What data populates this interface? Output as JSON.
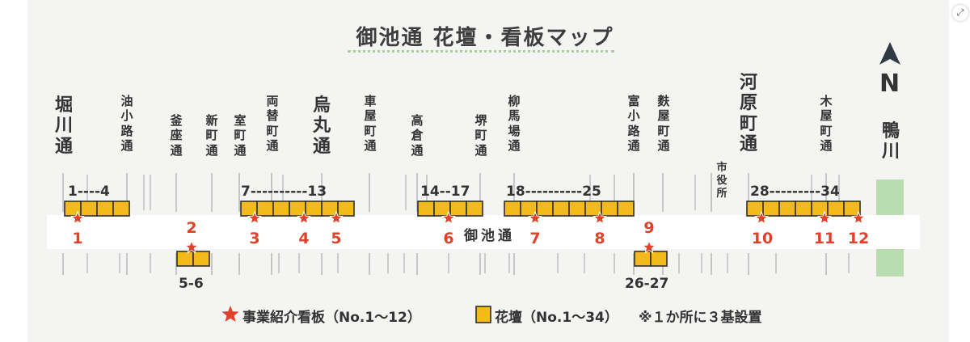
{
  "title": "御池通 花壇・看板マップ",
  "road_name": "御池通",
  "north_label": "N",
  "streets": [
    {
      "name": "堀川通",
      "major": true
    },
    {
      "name": "油小路通",
      "major": false
    },
    {
      "name": "釜座通",
      "major": false
    },
    {
      "name": "新町通",
      "major": false
    },
    {
      "name": "室町通",
      "major": false
    },
    {
      "name": "両替町通",
      "major": false
    },
    {
      "name": "烏丸通",
      "major": true
    },
    {
      "name": "車屋町通",
      "major": false
    },
    {
      "name": "高倉通",
      "major": false
    },
    {
      "name": "堺町通",
      "major": false
    },
    {
      "name": "柳馬場通",
      "major": false
    },
    {
      "name": "富小路通",
      "major": false
    },
    {
      "name": "麩屋町通",
      "major": false
    },
    {
      "name": "市役所",
      "major": false
    },
    {
      "name": "河原町通",
      "major": true
    },
    {
      "name": "木屋町通",
      "major": false
    },
    {
      "name": "鴨川",
      "major": false
    }
  ],
  "flowerbed_groups": [
    {
      "label": "1----4",
      "side": "north",
      "count": 4
    },
    {
      "label": "5-6",
      "side": "south",
      "count": 2
    },
    {
      "label": "7----------13",
      "side": "north",
      "count": 7
    },
    {
      "label": "14--17",
      "side": "north",
      "count": 4
    },
    {
      "label": "18----------25",
      "side": "north",
      "count": 8
    },
    {
      "label": "26-27",
      "side": "south",
      "count": 2
    },
    {
      "label": "28---------34",
      "side": "north",
      "count": 7
    }
  ],
  "signboards": [
    "1",
    "2",
    "3",
    "4",
    "5",
    "6",
    "7",
    "8",
    "9",
    "10",
    "11",
    "12"
  ],
  "legend": {
    "star_text": "事業紹介看板（No.1〜12）",
    "bed_text": "花壇（No.1〜34）",
    "note_text": "※１か所に３基設置"
  },
  "colors": {
    "bed_fill": "#f2bb1a",
    "star": "#e0412a",
    "river": "#b9ddb0",
    "road": "#ffffff",
    "accent_green": "#a8cf95"
  }
}
